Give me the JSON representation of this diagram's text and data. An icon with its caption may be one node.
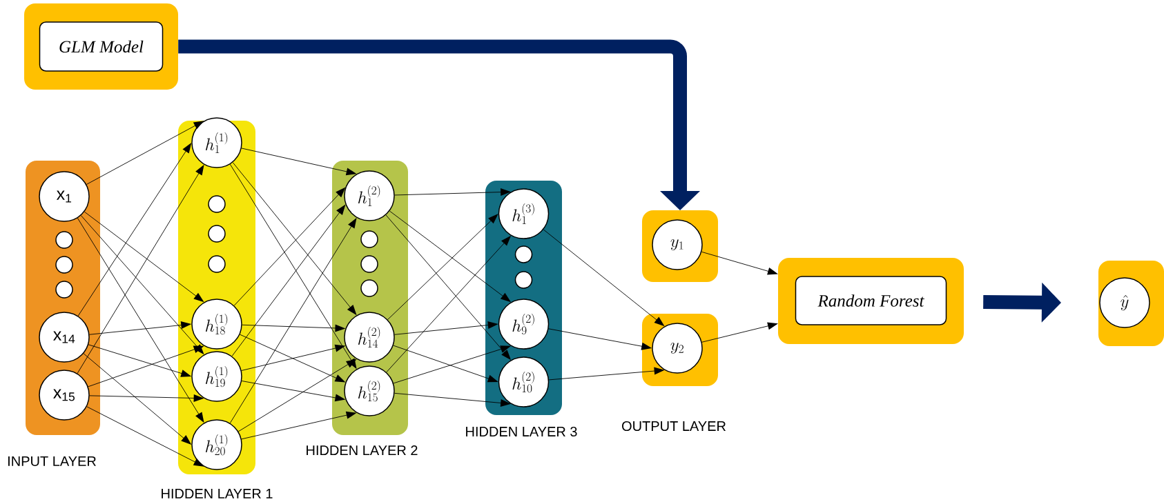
{
  "diagram": {
    "nodes": [
      {
        "text": [],
        "shape": "box"
      },
      {
        "text": [
          "GLM Model"
        ],
        "in": 0
      },
      {
        "text": [
          "INPUT LAYER"
        ]
      },
      {
        "text": [
          "x$_{1}$"
        ],
        "in": 2
      },
      {
        "text": [],
        "shape": "circle",
        "in": 2
      },
      {
        "text": [],
        "shape": "circle",
        "in": 2
      },
      {
        "text": [],
        "shape": "circle",
        "in": 2
      },
      {
        "text": [
          "x$_{14}$"
        ],
        "in": 2
      },
      {
        "text": [
          "x$_{15}$"
        ],
        "in": 2
      },
      {
        "text": [
          "HIDDEN LAYER 1"
        ]
      },
      {
        "text": [
          "h_{1}^{(1)}"
        ],
        "in": 9
      },
      {
        "text": [],
        "shape": "circle",
        "in": 9
      },
      {
        "text": [],
        "shape": "circle",
        "in": 9
      },
      {
        "text": [],
        "shape": "circle",
        "in": 9
      },
      {
        "text": [
          "h_{18}^{(1)}"
        ],
        "in": 9
      },
      {
        "text": [
          "h_{19}^{(1)}"
        ],
        "in": 9
      },
      {
        "text": [
          "h_{20}^{(1)}"
        ],
        "in": 9
      },
      {
        "text": [
          "HIDDEN LAYER 2"
        ]
      },
      {
        "text": [
          "h_{1}^{(2)}"
        ],
        "in": 17
      },
      {
        "text": [],
        "shape": "circle",
        "in": 17
      },
      {
        "text": [],
        "shape": "circle",
        "in": 17
      },
      {
        "text": [],
        "shape": "circle",
        "in": 17
      },
      {
        "text": [
          "h_{14}^{(2)}"
        ],
        "in": 17
      },
      {
        "text": [
          "h_{15}^{(2)}"
        ],
        "in": 17
      },
      {
        "text": [
          "HIDDEN LAYER 3"
        ]
      },
      {
        "text": [
          "h_{1}^{(3)}"
        ],
        "in": 24
      },
      {
        "text": [],
        "shape": "circle",
        "in": 24
      },
      {
        "text": [],
        "shape": "circle",
        "in": 24
      },
      {
        "text": [
          "h_{9}^{(2)}"
        ],
        "in": 24
      },
      {
        "text": [
          "h_{10}^{(2)}"
        ],
        "in": 24
      },
      {
        "text": [],
        "shape": "box"
      },
      {
        "text": [
          "y_{1}"
        ],
        "in": 30
      },
      {
        "text": [],
        "shape": "box"
      },
      {
        "text": [
          "y_{2}"
        ],
        "in": 32
      },
      {
        "text": [],
        "shape": "box"
      },
      {
        "text": [
          "Random Forest"
        ],
        "in": 34
      },
      {
        "text": [],
        "shape": "box"
      },
      {
        "text": [
          "\\hat{y}"
        ],
        "in": 36
      }
    ],
    "edges": [
      {
        "from": 3,
        "to": 10,
        "arrow": "to"
      },
      {
        "from": 3,
        "to": 14,
        "arrow": "to"
      },
      {
        "from": 3,
        "to": 15,
        "arrow": "to"
      },
      {
        "from": 3,
        "to": 16,
        "arrow": "to"
      },
      {
        "from": 7,
        "to": 10,
        "arrow": "to"
      },
      {
        "from": 7,
        "to": 14,
        "arrow": "to"
      },
      {
        "from": 7,
        "to": 15,
        "arrow": "to"
      },
      {
        "from": 7,
        "to": 16,
        "arrow": "to"
      },
      {
        "from": 8,
        "to": 10,
        "arrow": "to"
      },
      {
        "from": 8,
        "to": 14,
        "arrow": "to"
      },
      {
        "from": 8,
        "to": 15,
        "arrow": "to"
      },
      {
        "from": 8,
        "to": 16,
        "arrow": "to"
      },
      {
        "from": 10,
        "to": 18,
        "arrow": "to"
      },
      {
        "from": 10,
        "to": 22,
        "arrow": "to"
      },
      {
        "from": 10,
        "to": 23,
        "arrow": "to"
      },
      {
        "from": 14,
        "to": 18,
        "arrow": "to"
      },
      {
        "from": 14,
        "to": 22,
        "arrow": "to"
      },
      {
        "from": 14,
        "to": 23,
        "arrow": "to"
      },
      {
        "from": 15,
        "to": 18,
        "arrow": "to"
      },
      {
        "from": 15,
        "to": 22,
        "arrow": "to"
      },
      {
        "from": 15,
        "to": 23,
        "arrow": "to"
      },
      {
        "from": 16,
        "to": 18,
        "arrow": "to"
      },
      {
        "from": 16,
        "to": 22,
        "arrow": "to"
      },
      {
        "from": 16,
        "to": 23,
        "arrow": "to"
      },
      {
        "from": 18,
        "to": 25,
        "arrow": "to"
      },
      {
        "from": 18,
        "to": 28,
        "arrow": "to"
      },
      {
        "from": 18,
        "to": 29,
        "arrow": "to"
      },
      {
        "from": 22,
        "to": 25,
        "arrow": "to"
      },
      {
        "from": 22,
        "to": 28,
        "arrow": "to"
      },
      {
        "from": 22,
        "to": 29,
        "arrow": "to"
      },
      {
        "from": 23,
        "to": 25,
        "arrow": "to"
      },
      {
        "from": 23,
        "to": 28,
        "arrow": "to"
      },
      {
        "from": 23,
        "to": 29,
        "arrow": "to"
      },
      {
        "from": 25,
        "to": 33,
        "arrow": "to"
      },
      {
        "from": 28,
        "to": 33,
        "arrow": "to"
      },
      {
        "from": 29,
        "to": 33,
        "arrow": "to"
      },
      {
        "from": 31,
        "to": 34,
        "arrow": "to"
      },
      {
        "from": 33,
        "to": 34,
        "arrow": "to"
      },
      {
        "from": 0,
        "to": 30,
        "arrow": "to",
        "style": "thick",
        "color": "#002060"
      },
      {
        "from": 34,
        "to": 36,
        "arrow": "to",
        "style": "thick",
        "color": "#002060"
      }
    ],
    "labels": [
      "OUTPUT LAYER"
    ]
  }
}
